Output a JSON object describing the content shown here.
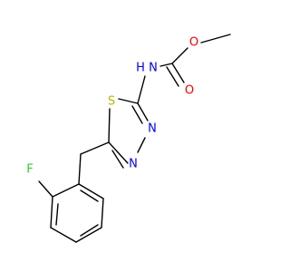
{
  "molecule": {
    "atoms": {
      "ester_oxygen": "O",
      "carbonyl_oxygen": "O",
      "amide_nitrogen": "N",
      "amide_hydrogen": "H",
      "ring_sulfur": "S",
      "ring_nitrogen_upper": "N",
      "ring_nitrogen_lower": "N",
      "fluorine": "F"
    },
    "colors": {
      "bond": "#000000",
      "oxygen": "#ff0000",
      "nitrogen": "#0000ff",
      "sulfur": "#b8b800",
      "fluorine": "#33cc33"
    }
  }
}
